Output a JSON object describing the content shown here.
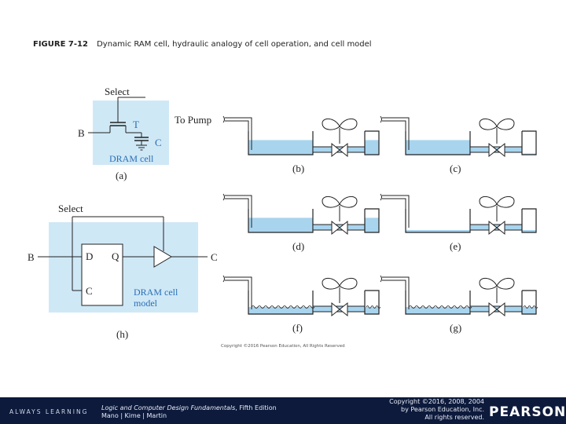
{
  "figure": {
    "number": "FIGURE 7-12",
    "caption": "Dynamic RAM cell, hydraulic analogy of cell operation, and cell model"
  },
  "panel_a": {
    "select": "Select",
    "b": "B",
    "t": "T",
    "c": "C",
    "cell": "DRAM cell",
    "tag": "(a)",
    "to_pump": "To Pump"
  },
  "panel_h": {
    "select": "Select",
    "b": "B",
    "d": "D",
    "q": "Q",
    "c_in": "C",
    "c_out": "C",
    "model_line1": "DRAM cell",
    "model_line2": "model",
    "tag": "(h)"
  },
  "tanks": [
    {
      "tag": "(b)"
    },
    {
      "tag": "(c)"
    },
    {
      "tag": "(d)"
    },
    {
      "tag": "(e)"
    },
    {
      "tag": "(f)"
    },
    {
      "tag": "(g)"
    }
  ],
  "figure_copyright": "Copyright ©2016 Pearson Education, All Rights Reserved",
  "footer": {
    "always_learning": "ALWAYS LEARNING",
    "book_title": "Logic and Computer Design Fundamentals",
    "book_edition": ", Fifth Edition",
    "authors": "Mano | Kime | Martin",
    "copyright_line1": "Copyright ©2016, 2008, 2004",
    "copyright_line2": "by Pearson Education, Inc.",
    "copyright_line3": "All rights reserved.",
    "brand": "PEARSON"
  },
  "colors": {
    "water": "#a8d4ee",
    "cell_bg": "#cfe8f6",
    "footer_bg": "#0d1a3c"
  }
}
